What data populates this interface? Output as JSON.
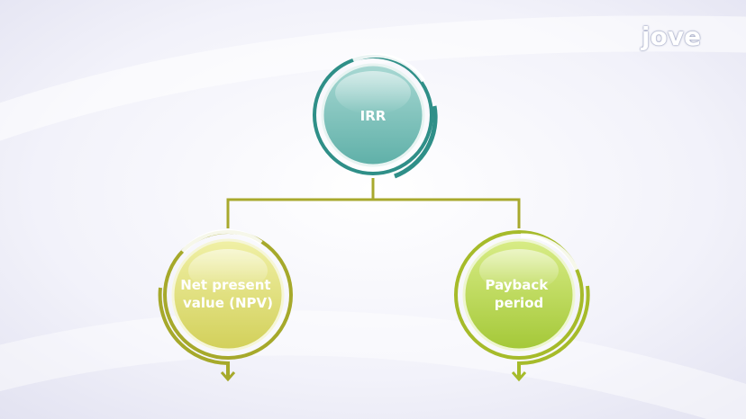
{
  "diagram": {
    "nodes": [
      {
        "id": "irr",
        "label": [
          "IRR"
        ],
        "color": "#2f8f88",
        "fill_top": "#a8d8d3",
        "fill_bottom": "#5fb0a8"
      },
      {
        "id": "npv",
        "label": [
          "Net present",
          "value (NPV)"
        ],
        "color": "#a6a92b",
        "fill_top": "#f0f0a0",
        "fill_bottom": "#d4d25c"
      },
      {
        "id": "payback",
        "label": [
          "Payback",
          "period"
        ],
        "color": "#a6bb2a",
        "fill_top": "#d8ec82",
        "fill_bottom": "#a8cc3a"
      }
    ],
    "edges": [
      {
        "from": "irr",
        "to": "npv"
      },
      {
        "from": "irr",
        "to": "payback"
      }
    ],
    "connector_color": "#a8a92d"
  },
  "logo": {
    "text": "jove"
  },
  "colors": {
    "background": "#eeeef8"
  }
}
